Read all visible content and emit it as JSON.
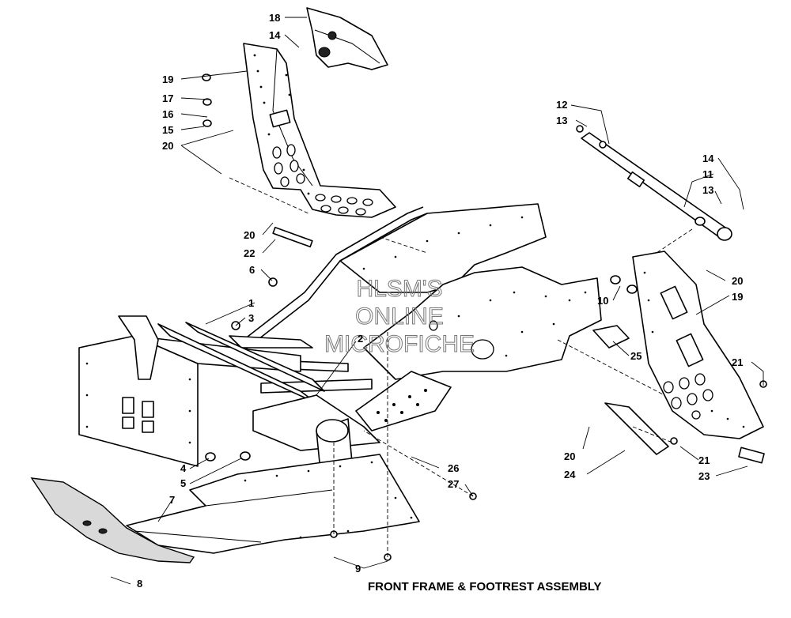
{
  "diagram": {
    "title": "FRONT FRAME & FOOTREST ASSEMBLY",
    "watermark": [
      "HLSM'S",
      "ONLINE",
      "MICROFICHE"
    ],
    "callouts": [
      {
        "id": "c18a",
        "label": "18"
      },
      {
        "id": "c14a",
        "label": "14"
      },
      {
        "id": "c19a",
        "label": "19"
      },
      {
        "id": "c17",
        "label": "17"
      },
      {
        "id": "c16",
        "label": "16"
      },
      {
        "id": "c15",
        "label": "15"
      },
      {
        "id": "c20a",
        "label": "20"
      },
      {
        "id": "c20b",
        "label": "20"
      },
      {
        "id": "c22",
        "label": "22"
      },
      {
        "id": "c6",
        "label": "6"
      },
      {
        "id": "c1",
        "label": "1"
      },
      {
        "id": "c3",
        "label": "3"
      },
      {
        "id": "c2",
        "label": "2"
      },
      {
        "id": "c4",
        "label": "4"
      },
      {
        "id": "c5",
        "label": "5"
      },
      {
        "id": "c7",
        "label": "7"
      },
      {
        "id": "c8",
        "label": "8"
      },
      {
        "id": "c9",
        "label": "9"
      },
      {
        "id": "c26",
        "label": "26"
      },
      {
        "id": "c27",
        "label": "27"
      },
      {
        "id": "c12",
        "label": "12"
      },
      {
        "id": "c13a",
        "label": "13"
      },
      {
        "id": "c14b",
        "label": "14"
      },
      {
        "id": "c11",
        "label": "11"
      },
      {
        "id": "c13b",
        "label": "13"
      },
      {
        "id": "c20c",
        "label": "20"
      },
      {
        "id": "c10",
        "label": "10"
      },
      {
        "id": "c19b",
        "label": "19"
      },
      {
        "id": "c25",
        "label": "25"
      },
      {
        "id": "c21a",
        "label": "21"
      },
      {
        "id": "c20d",
        "label": "20"
      },
      {
        "id": "c24",
        "label": "24"
      },
      {
        "id": "c21b",
        "label": "21"
      },
      {
        "id": "c23",
        "label": "23"
      }
    ]
  }
}
